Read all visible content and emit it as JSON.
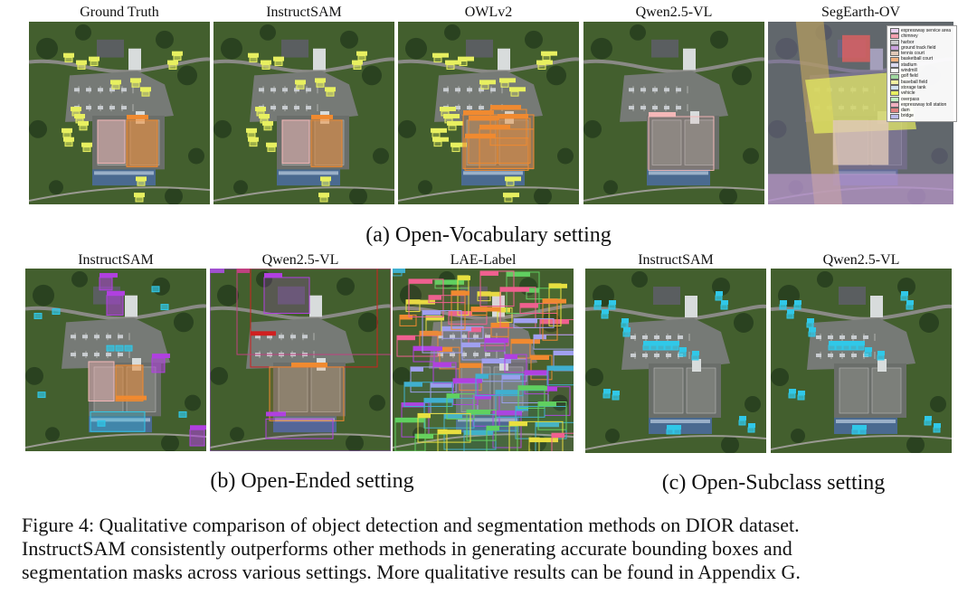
{
  "row1": {
    "titles": [
      "Ground Truth",
      "InstructSAM",
      "OWLv2",
      "Qwen2.5-VL",
      "SegEarth-OV"
    ],
    "caption": "(a) Open-Vocabulary setting"
  },
  "row2": {
    "titles_b": [
      "InstructSAM",
      "Qwen2.5-VL",
      "LAE-Label"
    ],
    "titles_c": [
      "InstructSAM",
      "Qwen2.5-VL"
    ],
    "caption_b": "(b) Open-Ended setting",
    "caption_c": "(c) Open-Subclass setting"
  },
  "segearth_legend": [
    {
      "label": "expressway service area",
      "color": "#e8d0f0"
    },
    {
      "label": "chimney",
      "color": "#f6a0b0"
    },
    {
      "label": "harbor",
      "color": "#c8c8c8"
    },
    {
      "label": "ground track field",
      "color": "#c9a0dc"
    },
    {
      "label": "tennis court",
      "color": "#e0c8b8"
    },
    {
      "label": "basketball court",
      "color": "#f0b080"
    },
    {
      "label": "stadium",
      "color": "#d8d8f0"
    },
    {
      "label": "windmill",
      "color": "#ffffff"
    },
    {
      "label": "golf field",
      "color": "#a0d8a0"
    },
    {
      "label": "baseball field",
      "color": "#f0f0a0"
    },
    {
      "label": "storage tank",
      "color": "#d0e0f0"
    },
    {
      "label": "vehicle",
      "color": "#e8f060"
    },
    {
      "label": "overpass",
      "color": "#c0f0c0"
    },
    {
      "label": "expressway toll station",
      "color": "#f0b0c0"
    },
    {
      "label": "dam",
      "color": "#e08080"
    },
    {
      "label": "bridge",
      "color": "#b8b8e8"
    }
  ],
  "figure_caption": {
    "lines": [
      "Figure 4: Qualitative comparison of object detection and segmentation methods on DIOR dataset.",
      "InstructSAM consistently outperforms other methods in generating accurate bounding boxes and",
      "segmentation masks across various settings. More qualitative results can be found in Appendix G."
    ]
  },
  "colors": {
    "vehicle": "#e8f060",
    "basketball_court": "#f08a30",
    "tennis_court": "#f4b8b8",
    "building": "#b040e0",
    "car": "#30c8e8",
    "road": "#a050d0",
    "grass": "#3f5a2c",
    "pavement": "#767a76"
  }
}
